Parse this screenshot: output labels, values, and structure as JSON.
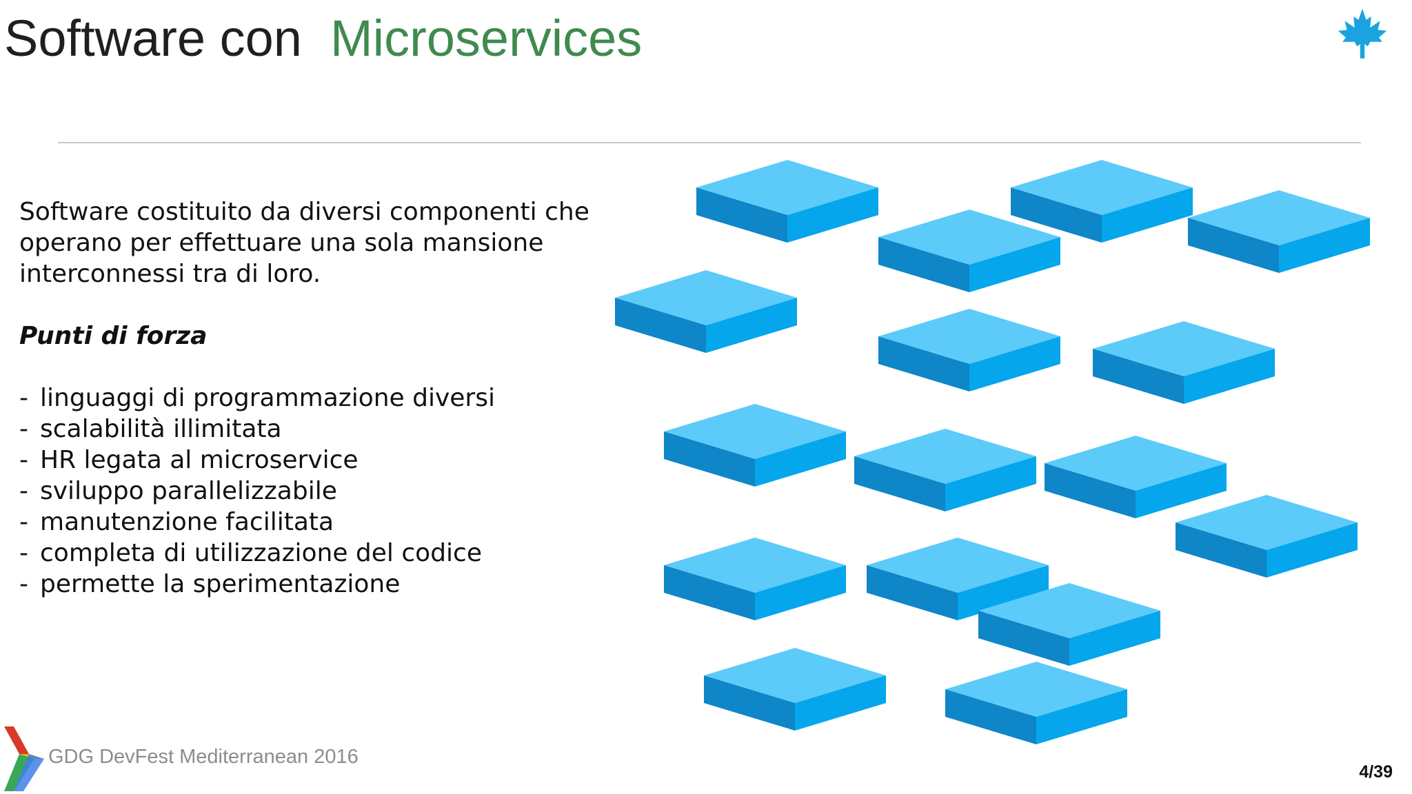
{
  "title": {
    "part1": "Software con",
    "part2": "Microservices"
  },
  "intro": [
    "Software costituito da diversi componenti che",
    "operano per effettuare una sola mansione",
    "interconnessi tra di loro."
  ],
  "strengths_heading": "Punti di forza",
  "strengths": [
    "linguaggi di programmazione diversi",
    "scalabilità illimitata",
    "HR legata al microservice",
    "sviluppo parallelizzabile",
    "manutenzione facilitata",
    "completa di utilizzazione del codice",
    "permette la sperimentazione"
  ],
  "bullet_marker": "-",
  "footer": {
    "event": "GDG DevFest Mediterranean 2016",
    "slide_number": "4/39"
  },
  "illustration": {
    "tile_count": 16,
    "icon": "isometric-tiles-illustration"
  },
  "logo": {
    "icon": "maple-leaf-icon",
    "color": "#1aa3e0"
  },
  "colors": {
    "title_dark": "#1f1f1f",
    "title_accent": "#3f8a4f",
    "tile_top": "#5ccbfa",
    "tile_left": "#0e86c8",
    "tile_right": "#05a6ec",
    "gdg_red": "#d9392b",
    "gdg_green": "#3aa757",
    "gdg_yellow": "#f3b400",
    "gdg_blue": "#3e7fe6"
  }
}
